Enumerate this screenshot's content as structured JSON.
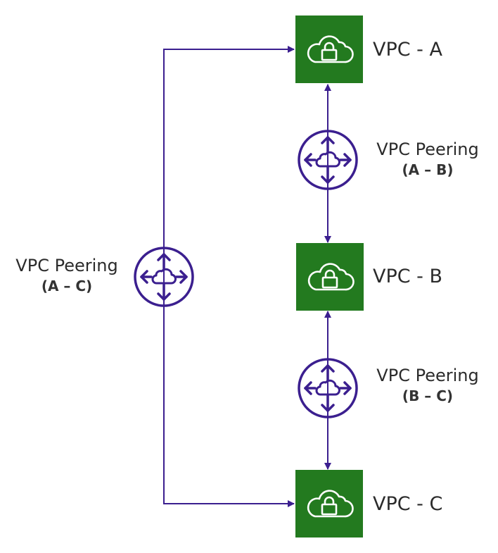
{
  "colors": {
    "vpc_fill": "#237a1f",
    "vpc_icon": "#ffffff",
    "connector": "#3b1f8f",
    "peering": "#3b1f8f",
    "text": "#2b2b2b"
  },
  "vpcs": [
    {
      "id": "A",
      "label": "VPC - A",
      "icon": "vpc-cloud-lock-icon"
    },
    {
      "id": "B",
      "label": "VPC - B",
      "icon": "vpc-cloud-lock-icon"
    },
    {
      "id": "C",
      "label": "VPC - C",
      "icon": "vpc-cloud-lock-icon"
    }
  ],
  "peerings": [
    {
      "id": "AB",
      "title": "VPC Peering",
      "subtitle": "(A – B)",
      "icon": "vpc-peering-icon",
      "connects": [
        "A",
        "B"
      ]
    },
    {
      "id": "BC",
      "title": "VPC Peering",
      "subtitle": "(B – C)",
      "icon": "vpc-peering-icon",
      "connects": [
        "B",
        "C"
      ]
    },
    {
      "id": "AC",
      "title": "VPC Peering",
      "subtitle": "(A – C)",
      "icon": "vpc-peering-icon",
      "connects": [
        "A",
        "C"
      ]
    }
  ]
}
